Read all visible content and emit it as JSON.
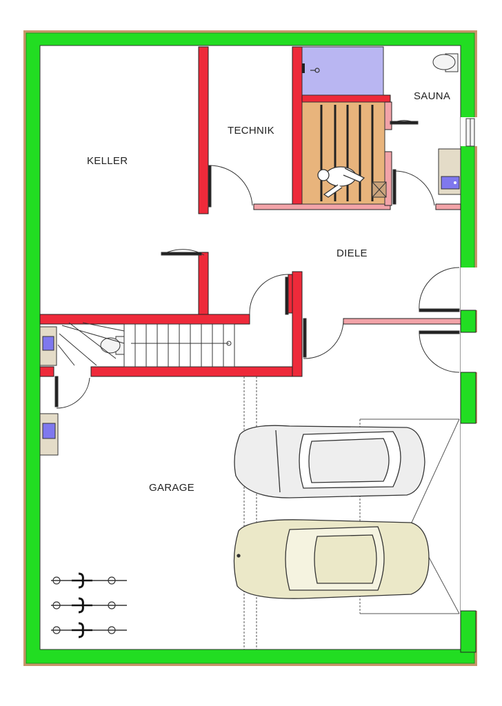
{
  "rooms": {
    "keller": "KELLER",
    "technik": "TECHNIK",
    "sauna": "SAUNA",
    "diele": "DIELE",
    "garage": "GARAGE"
  },
  "colors": {
    "outer_wall_brown": "#c8956a",
    "outer_wall_green": "#22dd22",
    "inner_wall_red": "#ee2a3a",
    "thin_wall_pink": "#f2a3a8",
    "sauna_wood": "#e8b47c",
    "shower_blue": "#b9b6f2",
    "car_white": "#eeeeee",
    "car_cream": "#ebe8c8",
    "counter_beige": "#e4dcc8"
  },
  "symbols": [
    "car-icon",
    "bicycle-icon",
    "toilet-icon",
    "sink-icon",
    "person-icon",
    "stair-icon",
    "door-swing-icon"
  ]
}
